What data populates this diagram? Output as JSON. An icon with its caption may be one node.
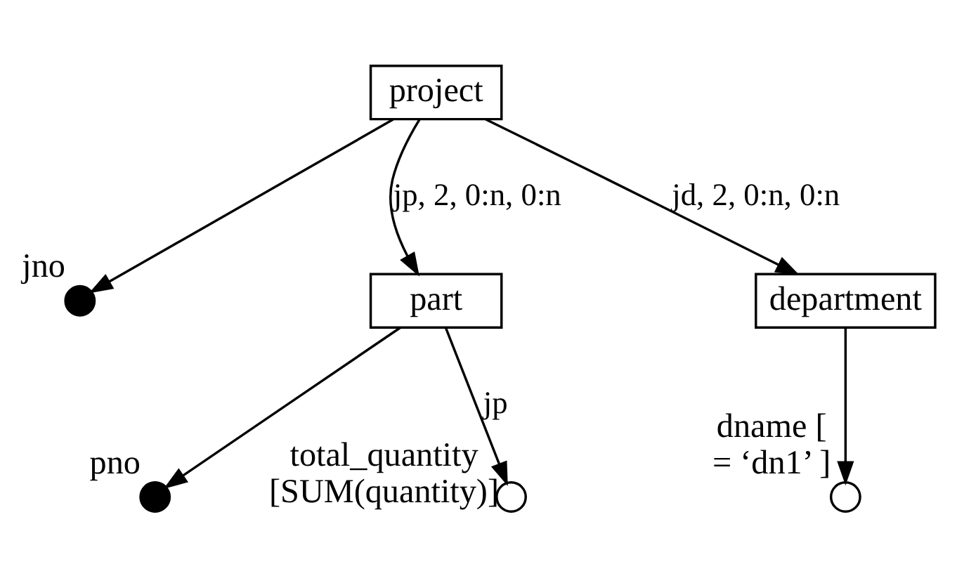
{
  "diagram": {
    "nodes": [
      {
        "text": [
          "project"
        ]
      },
      {
        "text": [],
        "shape": "circle",
        "beside": [
          "jno"
        ]
      },
      {
        "text": [
          "part"
        ]
      },
      {
        "text": [
          "department"
        ]
      },
      {
        "text": [],
        "shape": "circle",
        "beside": [
          "pno"
        ]
      },
      {
        "text": [],
        "shape": "circle",
        "beside": [
          "total_quantity [SUM(quantity)]"
        ]
      },
      {
        "text": [],
        "shape": "circle",
        "beside": [
          "dname [ = ‘dn1’ ]"
        ]
      }
    ],
    "edges": [
      {
        "from": 0,
        "to": 1,
        "arrow": "to"
      },
      {
        "from": 0,
        "to": 2,
        "arrow": "to",
        "label": "jp, 2, 0:n, 0:n"
      },
      {
        "from": 0,
        "to": 3,
        "arrow": "to",
        "label": "jd, 2, 0:n, 0:n"
      },
      {
        "from": 2,
        "to": 4,
        "arrow": "to"
      },
      {
        "from": 2,
        "to": 5,
        "arrow": "to",
        "label": "jp"
      },
      {
        "from": 3,
        "to": 6,
        "arrow": "to"
      }
    ]
  }
}
